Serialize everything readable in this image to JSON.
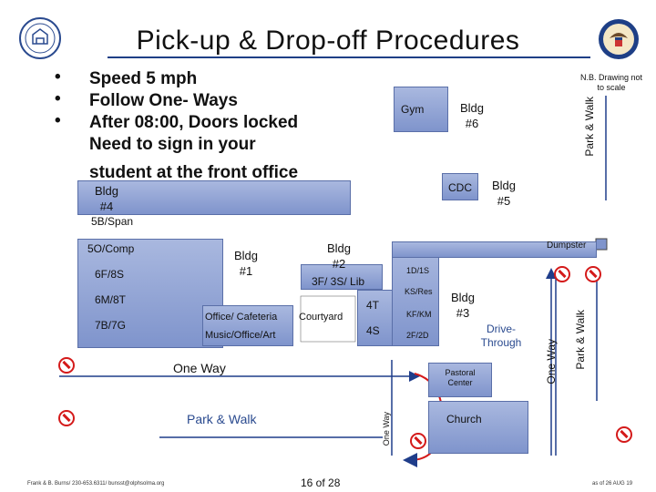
{
  "title": "Pick-up & Drop-off Procedures",
  "rules": [
    "Speed 5 mph",
    "Follow One- Ways",
    "After 08:00, Doors locked",
    "Need to sign in your"
  ],
  "rules_continued": "student at the front office",
  "note": "N.B. Drawing not to scale",
  "labels": {
    "gym": "Gym",
    "bldg6": "Bldg #6",
    "cdc": "CDC",
    "bldg5": "Bldg #5",
    "bldg4": "Bldg #4",
    "span5b": "5B/Span",
    "comp5o": "5O/Comp",
    "bldg1": "Bldg #1",
    "bldg2": "Bldg #2",
    "room6f8s": "6F/8S",
    "lib": "3F/ 3S/ Lib",
    "room1d1s": "1D/1S",
    "room6m8t": "6M/8T",
    "room4t": "4T",
    "ksres": "KS/Res",
    "bldg3": "Bldg #3",
    "room7b7g": "7B/7G",
    "office": "Office/ Cafeteria",
    "courtyard": "Courtyard",
    "kfkm": "KF/KM",
    "music": "Music/Office/Art",
    "room4s": "4S",
    "room2f2d": "2F/2D",
    "drive_through": "Drive-Through",
    "dumpster": "Dumpster",
    "one_way": "One Way",
    "one_way_small": "One Way",
    "one_way_right": "One Way",
    "park_walk_bottom": "Park & Walk",
    "park_walk_top": "Park & Walk",
    "park_walk_right": "Park & Walk",
    "pastoral": "Pastoral Center",
    "church": "Church"
  },
  "footer": {
    "contact": "Frank & B. Burns/ 230-653.6311/ bunsst@olphsolma.org",
    "page": "16 of 28",
    "date": "as of 26 AUG 19"
  },
  "colors": {
    "building_fill": "#8fa1d3",
    "arrow": "#1f3d8a",
    "no_entry": "#d41a1a",
    "accent_text": "#2a4a8f"
  }
}
